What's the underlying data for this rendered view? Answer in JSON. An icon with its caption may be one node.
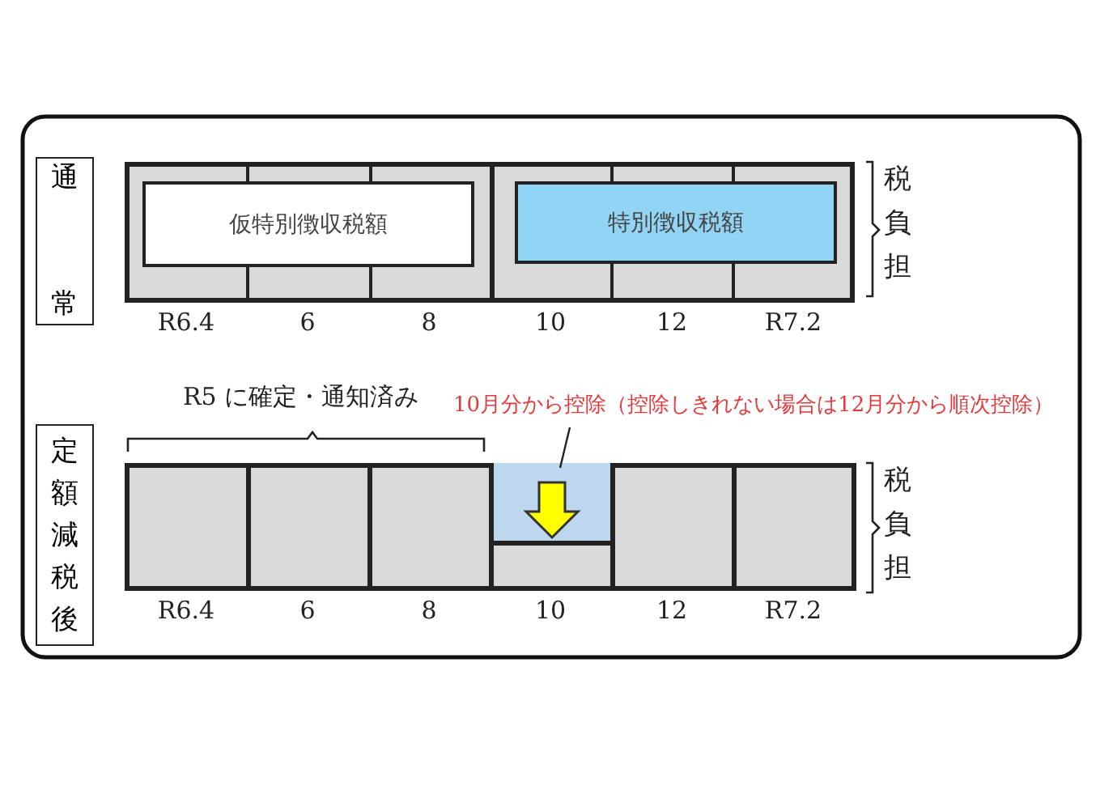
{
  "diagram": {
    "nodes": [
      {
        "text": [
          "通常"
        ]
      },
      {
        "text": [],
        "shape": "bar"
      },
      {
        "text": [
          "仮特別徴収税額"
        ],
        "in": 1
      },
      {
        "text": [
          "特別徴収税額"
        ],
        "in": 1
      },
      {
        "text": [
          "10月分から控除（控除しきれない場合は12月分から順次控除）"
        ]
      },
      {
        "text": [
          "定額減税後"
        ]
      },
      {
        "text": [],
        "shape": "box"
      },
      {
        "text": [],
        "shape": "box"
      },
      {
        "text": [],
        "shape": "box"
      },
      {
        "text": [],
        "shape": "box"
      },
      {
        "text": [],
        "shape": "box"
      },
      {
        "text": [],
        "shape": "box"
      },
      {
        "text": [],
        "shape": "box",
        "in": 9
      }
    ],
    "edges": [
      {
        "from": 4,
        "to": 12,
        "arrow": "none"
      }
    ],
    "labels": [
      "税負担",
      "R6.4",
      "6",
      "8",
      "10",
      "12",
      "R7.2",
      "R5 に確定・通知済み",
      "税負担",
      "R6.4",
      "6",
      "8",
      "10",
      "12",
      "R7.2"
    ]
  }
}
